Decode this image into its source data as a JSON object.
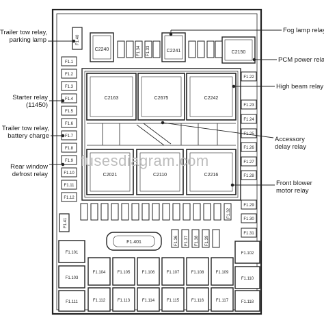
{
  "callouts_left": [
    {
      "id": "trailer_tow_parking",
      "line1": "Trailer tow relay,",
      "line2": "parking lamp"
    },
    {
      "id": "starter",
      "line1": "Starter relay",
      "line2": "(11450)"
    },
    {
      "id": "trailer_tow_battery",
      "line1": "Trailer tow relay,",
      "line2": "battery charge"
    },
    {
      "id": "rear_window_defrost",
      "line1": "Rear window",
      "line2": "defrost relay"
    }
  ],
  "callouts_right": [
    {
      "id": "fog_lamp",
      "line1": "Fog lamp relay"
    },
    {
      "id": "pcm_power",
      "line1": "PCM power relay"
    },
    {
      "id": "high_beam",
      "line1": "High beam relay"
    },
    {
      "id": "accessory_delay",
      "line1": "Accessory",
      "line2": "delay relay"
    },
    {
      "id": "front_blower",
      "line1": "Front blower",
      "line2": "motor relay"
    }
  ],
  "relays": {
    "top": [
      "C2240",
      "C2241",
      "C2150"
    ],
    "grid": [
      "C2163",
      "C2675",
      "C2242",
      "C2021",
      "C2110",
      "C2216"
    ]
  },
  "fuses": {
    "top_vertical": [
      "F1.40",
      "F1.34",
      "F1.33"
    ],
    "left_column": [
      "F1.1",
      "F1.2",
      "F1.3",
      "F1.4",
      "F1.5",
      "F1.6",
      "F1.7",
      "F1.8",
      "F1.9",
      "F1.10",
      "F1.11",
      "F1.12"
    ],
    "right_column": [
      "F1.22",
      "F1.23",
      "F1.24",
      "F1.25",
      "F1.26",
      "F1.27",
      "F1.28",
      "F1.29",
      "F1.30",
      "F1.31"
    ],
    "mid_left": "F1.41",
    "bottom_row_small": [
      "F1.32",
      "F1.36",
      "F1.37",
      "F1.38",
      "F1.39"
    ],
    "center_large": "F1.401",
    "maxi_left": [
      "F1.101",
      "F1.103",
      "F1.111"
    ],
    "maxi_right": [
      "F1.102",
      "F1.110",
      "F1.118"
    ],
    "maxi_row1": [
      "F1.104",
      "F1.105",
      "F1.106",
      "F1.107",
      "F1.108",
      "F1.109"
    ],
    "maxi_row2": [
      "F1.112",
      "F1.113",
      "F1.114",
      "F1.115",
      "F1.116",
      "F1.117"
    ]
  },
  "watermark": "fusesdiagram.com"
}
